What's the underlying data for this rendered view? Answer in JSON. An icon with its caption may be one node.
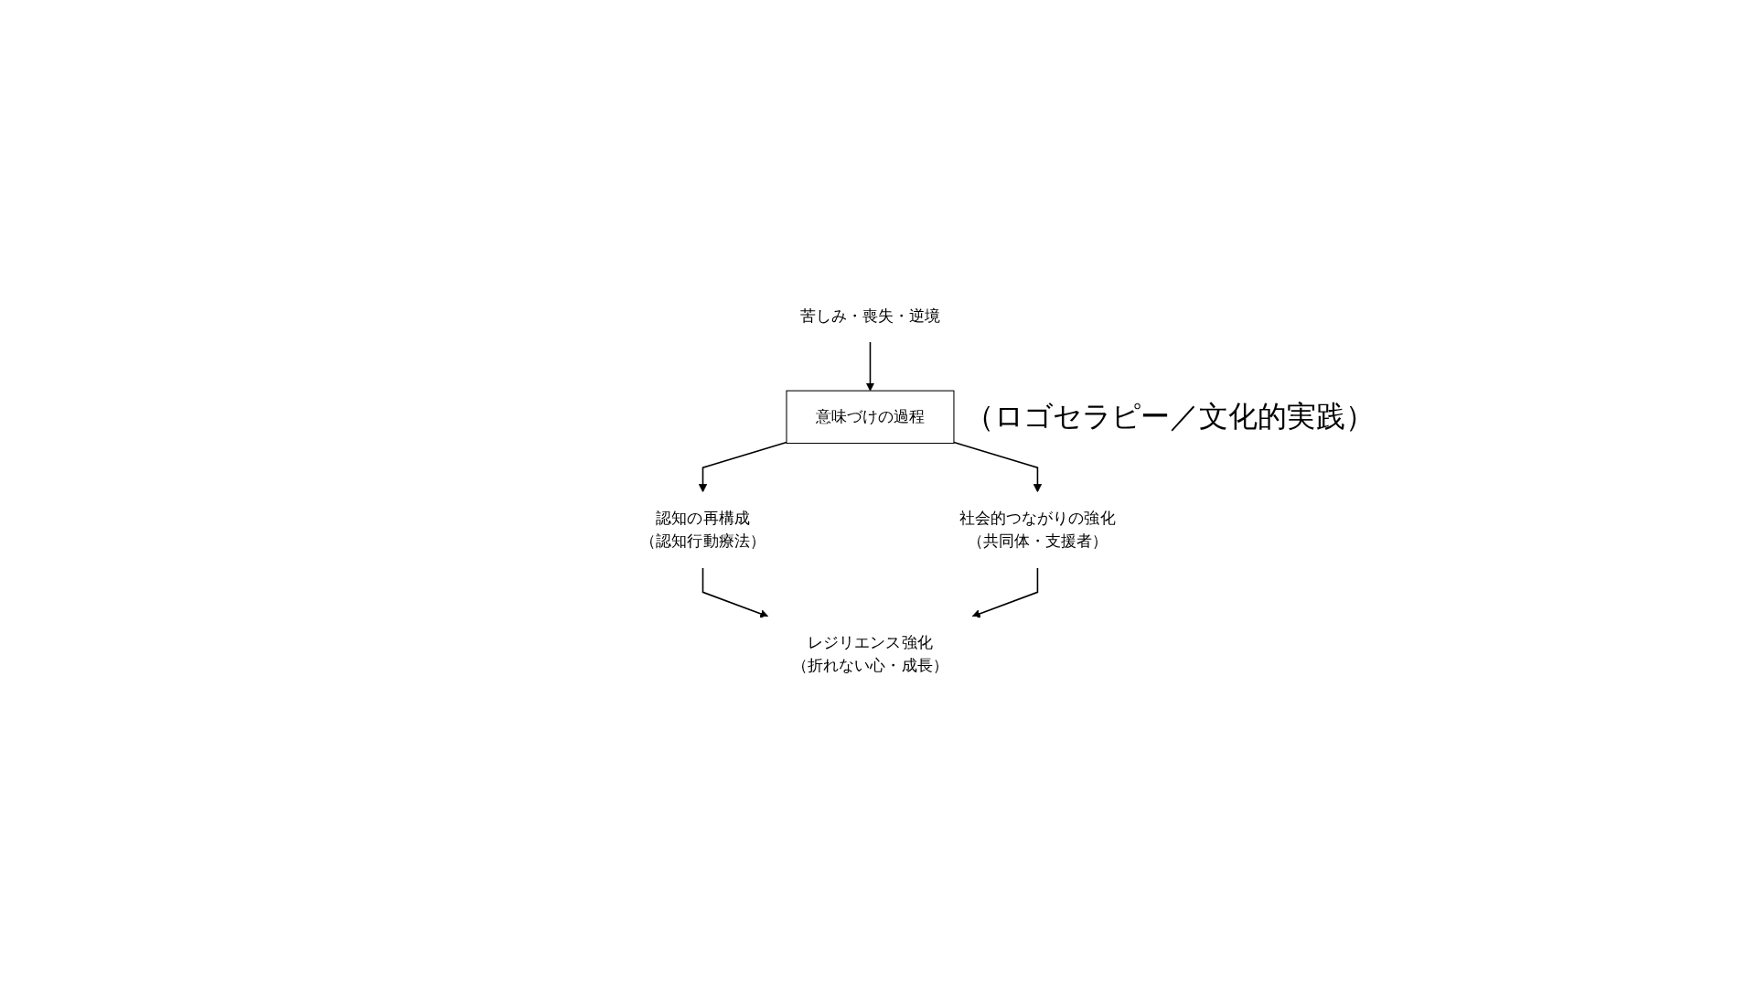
{
  "diagram": {
    "nodes": [
      {
        "text": [
          "苦しみ・喪失・逆境"
        ]
      },
      {
        "text": [
          "意味づけの過程"
        ],
        "beside": [
          "（ロゴセラピー／文化的実践）"
        ]
      },
      {
        "text": [
          "認知の再構成",
          "（認知行動療法）"
        ]
      },
      {
        "text": [
          "社会的つながりの強化",
          "（共同体・支援者）"
        ]
      },
      {
        "text": [
          "レジリエンス強化",
          "（折れない心・成長）"
        ]
      }
    ],
    "edges": [
      {
        "from": 0,
        "to": 1,
        "arrow": "to"
      },
      {
        "from": 1,
        "to": 2,
        "arrow": "to"
      },
      {
        "from": 1,
        "to": 3,
        "arrow": "to"
      },
      {
        "from": 2,
        "to": 4,
        "arrow": "to"
      },
      {
        "from": 3,
        "to": 4,
        "arrow": "to"
      }
    ]
  }
}
